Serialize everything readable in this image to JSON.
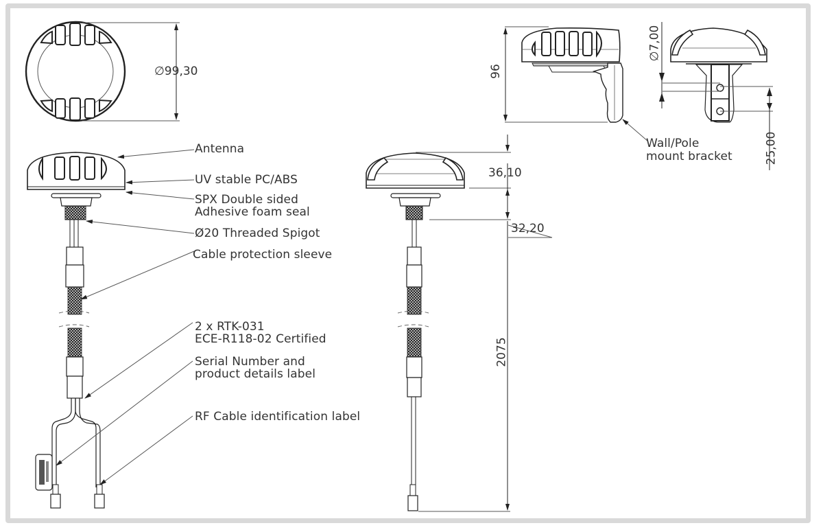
{
  "title": "Antenna technical drawing",
  "colors": {
    "line": "#222222",
    "thin": "#555555",
    "frame": "#d9d9d9",
    "text": "#333333"
  },
  "dimensions": {
    "diameter": "∅99,30",
    "height_bracket": "96",
    "bracket_hole": "∅7,00",
    "bracket_spacing": "25,00",
    "dome_height": "36,10",
    "spigot_length": "32,20",
    "cable_length": "2075"
  },
  "callouts": {
    "antenna": "Antenna",
    "material": "UV stable PC/ABS",
    "seal_line1": "SPX Double sided",
    "seal_line2": "Adhesive foam seal",
    "spigot": "Ø20 Threaded Spigot",
    "sleeve": "Cable protection sleeve",
    "cable_line1": "2 x RTK-031",
    "cable_line2": "ECE-R118-02 Certified",
    "serial_line1": "Serial Number and",
    "serial_line2": "product details label",
    "rf_label": "RF Cable identification label",
    "bracket_line1": "Wall/Pole",
    "bracket_line2": "mount bracket"
  }
}
